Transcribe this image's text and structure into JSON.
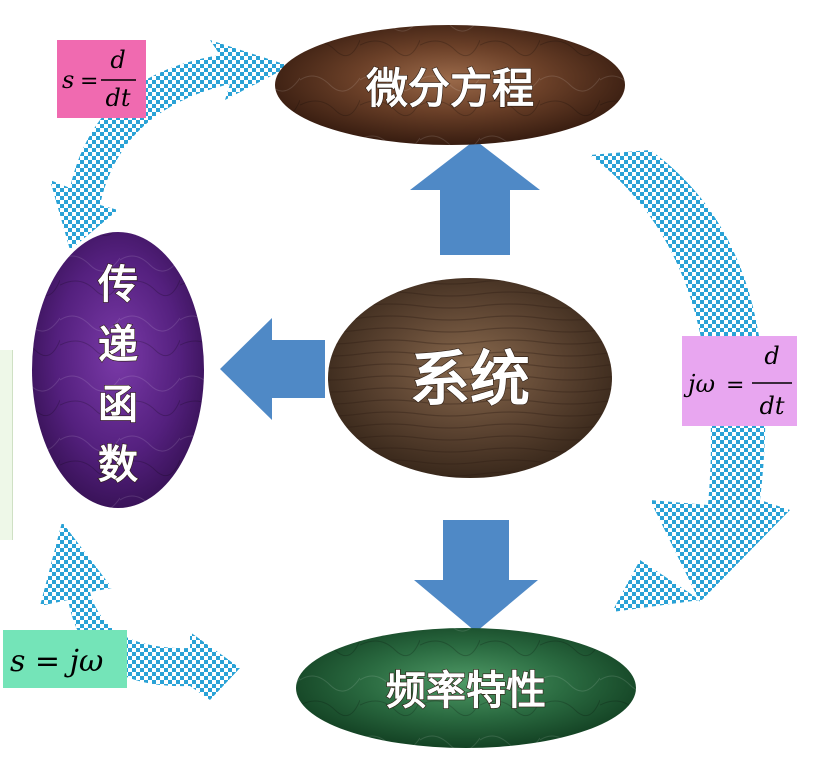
{
  "nodes": {
    "top": "微分方程",
    "center": "系统",
    "bottom": "频率特性",
    "left": [
      "传",
      "递",
      "函",
      "数"
    ]
  },
  "formulas": {
    "s_d_dt": {
      "lhs": "s",
      "eq": "=",
      "num": "d",
      "den": "dt"
    },
    "jw_d_dt": {
      "lhs": "jω",
      "eq": "=",
      "num": "d",
      "den": "dt"
    },
    "s_jw": "s = jω"
  },
  "colors": {
    "arrow_blue": "#4f89c6",
    "checker_blue": "#2aa2d6",
    "formula_pink": "#f06ab0",
    "formula_lavender": "#e8a6f0",
    "formula_green": "#74e4b8",
    "node_top": "#4a2a1a",
    "node_center": "#4d3a2a",
    "node_bottom": "#1e5a34",
    "node_left": "#4a1870"
  }
}
